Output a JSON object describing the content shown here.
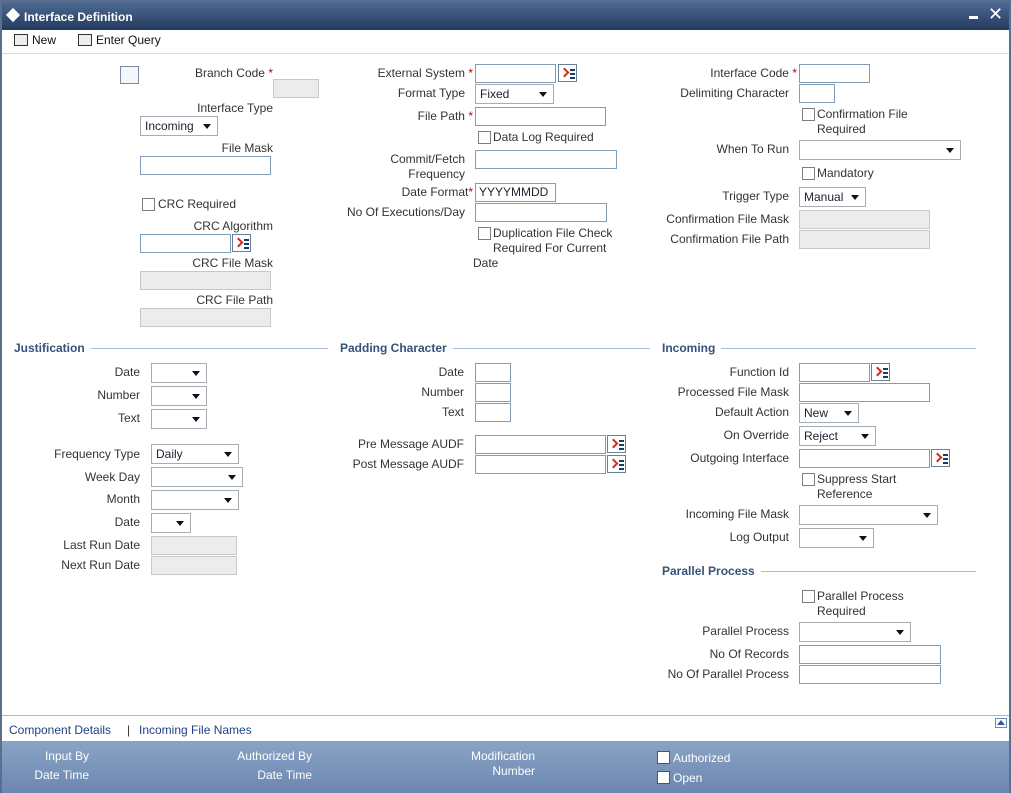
{
  "window": {
    "title": "Interface Definition",
    "min_symbol": "▬",
    "close_symbol": "✕"
  },
  "toolbar": {
    "new_label": "New",
    "enter_query_label": "Enter Query"
  },
  "header": {
    "branch_code": {
      "label": "Branch Code",
      "req": "*",
      "value": ""
    },
    "interface_type": {
      "label": "Interface Type",
      "value": "Incoming"
    },
    "file_mask": {
      "label": "File Mask",
      "value": ""
    },
    "crc_required": {
      "label": "CRC Required",
      "checked": false
    },
    "crc_algorithm": {
      "label": "CRC Algorithm",
      "value": ""
    },
    "crc_file_mask": {
      "label": "CRC File Mask",
      "value": ""
    },
    "crc_file_path": {
      "label": "CRC File Path",
      "value": ""
    },
    "external_system": {
      "label": "External System",
      "req": "*",
      "value": ""
    },
    "format_type": {
      "label": "Format Type",
      "value": "Fixed"
    },
    "file_path": {
      "label": "File Path",
      "req": "*",
      "value": ""
    },
    "data_log_required": {
      "label": "Data Log Required",
      "checked": false
    },
    "commit_fetch_line1": "Commit/Fetch",
    "commit_fetch_line2": "Frequency",
    "date_format": {
      "label": "Date Format",
      "req": "*",
      "value": "YYYYMMDD"
    },
    "no_of_executions": {
      "label": "No Of Executions/Day",
      "value": ""
    },
    "duplication_line1": "Duplication File Check",
    "duplication_line2": "Required For Current",
    "duplication_line3": "Date",
    "interface_code": {
      "label": "Interface Code",
      "req": "*",
      "value": ""
    },
    "delimiting_character": {
      "label": "Delimiting Character",
      "value": ""
    },
    "confirmation_line1": "Confirmation File",
    "confirmation_line2": "Required",
    "when_to_run": {
      "label": "When To Run",
      "value": ""
    },
    "mandatory": {
      "label": "Mandatory",
      "checked": false
    },
    "trigger_type": {
      "label": "Trigger Type",
      "value": "Manual"
    },
    "confirmation_file_mask": {
      "label": "Confirmation File Mask",
      "value": ""
    },
    "confirmation_file_path": {
      "label": "Confirmation File Path",
      "value": ""
    }
  },
  "justification": {
    "title": "Justification",
    "date_label": "Date",
    "date_value": "",
    "number_label": "Number",
    "number_value": "",
    "text_label": "Text",
    "text_value": "",
    "frequency_type_label": "Frequency Type",
    "frequency_type_value": "Daily",
    "week_day_label": "Week Day",
    "week_day_value": "",
    "month_label": "Month",
    "month_value": "",
    "date2_label": "Date",
    "date2_value": "",
    "last_run_label": "Last Run Date",
    "last_run_value": "",
    "next_run_label": "Next Run Date",
    "next_run_value": ""
  },
  "padding": {
    "title": "Padding Character",
    "date_label": "Date",
    "number_label": "Number",
    "text_label": "Text",
    "pre_audf_label": "Pre Message AUDF",
    "post_audf_label": "Post Message AUDF"
  },
  "incoming": {
    "title": "Incoming",
    "function_id_label": "Function Id",
    "processed_file_mask_label": "Processed File Mask",
    "default_action_label": "Default Action",
    "default_action_value": "New",
    "on_override_label": "On Override",
    "on_override_value": "Reject",
    "outgoing_interface_label": "Outgoing Interface",
    "suppress_line1": "Suppress Start",
    "suppress_line2": "Reference",
    "incoming_file_mask_label": "Incoming File Mask",
    "log_output_label": "Log Output"
  },
  "parallel": {
    "title": "Parallel Process",
    "required_line1": "Parallel Process",
    "required_line2": "Required",
    "process_label": "Parallel Process",
    "no_of_records_label": "No Of Records",
    "no_of_parallel_label": "No Of Parallel Process"
  },
  "links": {
    "component_details": "Component Details",
    "separator": "|",
    "incoming_file_names": "Incoming File Names"
  },
  "footer": {
    "input_by": "Input By",
    "date_time_1": "Date Time",
    "authorized_by": "Authorized By",
    "date_time_2": "Date Time",
    "modification": "Modification",
    "number": "Number",
    "authorized": "Authorized",
    "open": "Open"
  }
}
